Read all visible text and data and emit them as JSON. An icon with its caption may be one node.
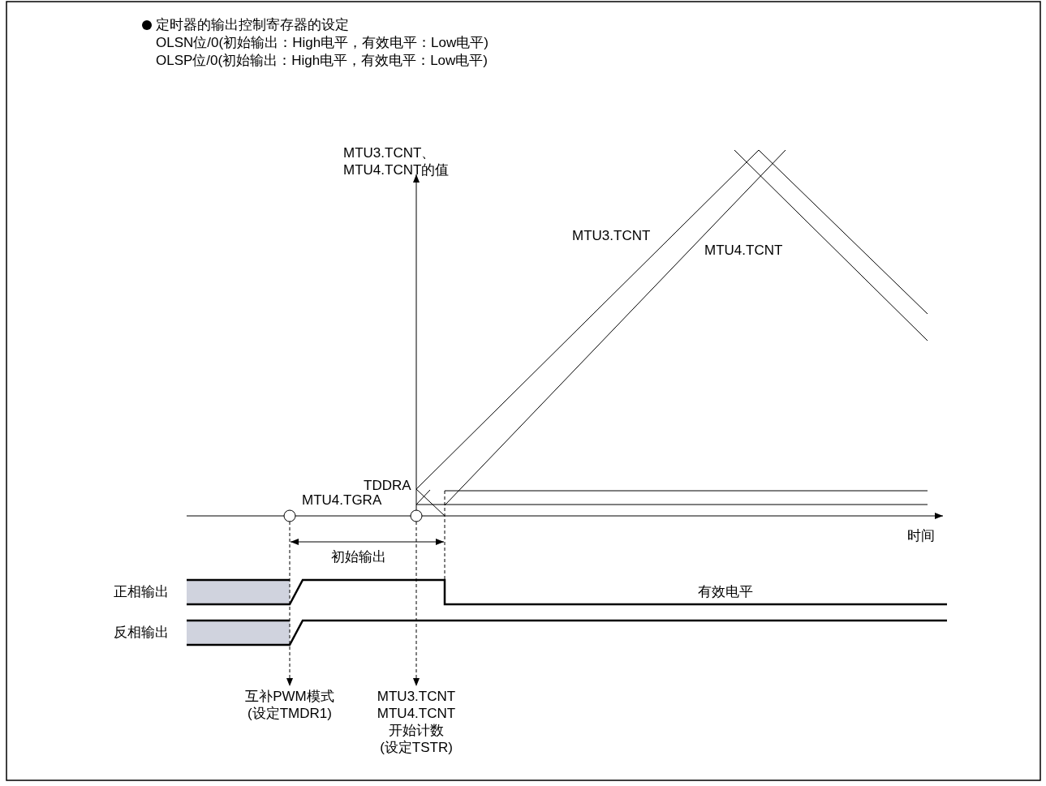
{
  "diagram": {
    "nodes": [
      {
        "text": [],
        "shape": "circle"
      },
      {
        "text": [],
        "shape": "circle"
      },
      {
        "text": [
          "互补PWM模式",
          "(设定TMDR1)"
        ]
      },
      {
        "text": [
          "MTU3.TCNT",
          "MTU4.TCNT",
          "开始计数",
          "(设定TSTR)"
        ]
      }
    ],
    "edges": [
      {
        "from": 0,
        "to": 2,
        "arrow": "to",
        "style": "dashed"
      },
      {
        "from": 1,
        "to": 3,
        "arrow": "to",
        "style": "dashed"
      }
    ],
    "labels": [
      "定时器的输出控制寄存器的设定",
      "OLSN位/0(初始输出：High电平，有效电平：Low电平)",
      "OLSP位/0(初始输出：High电平，有效电平：Low电平)",
      "MTU3.TCNT、 MTU4.TCNT的值",
      "MTU3.TCNT",
      "MTU4.TCNT",
      "TDDRA",
      "MTU4.TGRA",
      "时间",
      "初始输出",
      "正相输出",
      "有效电平",
      "反相输出"
    ]
  }
}
